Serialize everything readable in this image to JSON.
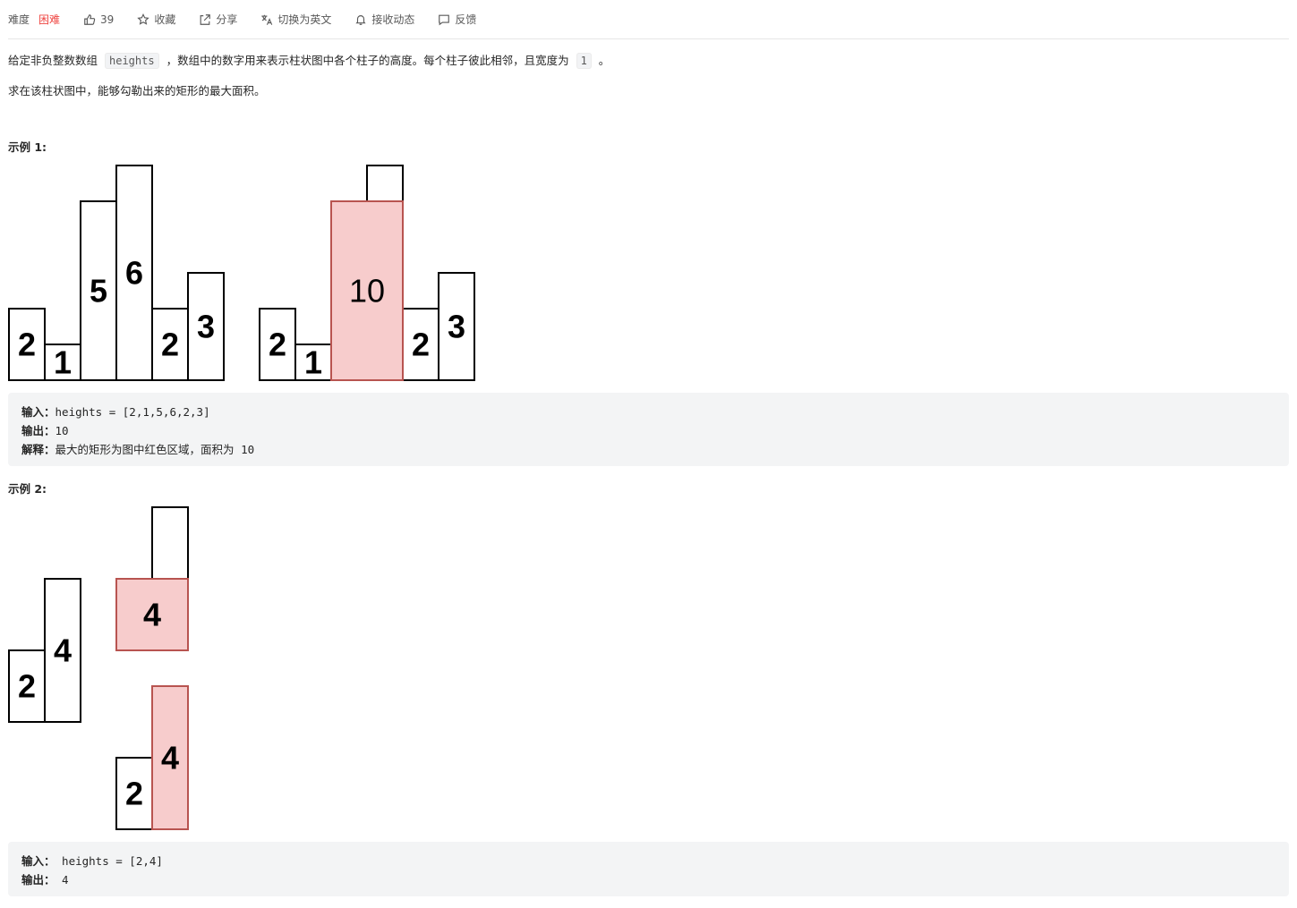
{
  "toolbar": {
    "difficulty_label": "难度",
    "difficulty_value": "困难",
    "likes": "39",
    "favorite": "收藏",
    "share": "分享",
    "switch_lang": "切换为英文",
    "subscribe": "接收动态",
    "feedback": "反馈"
  },
  "description": {
    "p1_part1": "给定非负整数数组",
    "p1_code1": "heights",
    "p1_part2": "，数组中的数字用来表示柱状图中各个柱子的高度。每个柱子彼此相邻，且宽度为",
    "p1_code2": "1",
    "p1_part3": "。",
    "p2": "求在该柱状图中，能够勾勒出来的矩形的最大面积。"
  },
  "example1": {
    "title": "示例 1:",
    "heights": [
      2,
      1,
      5,
      6,
      2,
      3
    ],
    "highlight_area": "10",
    "input_label": "输入：",
    "input_value": "heights = [2,1,5,6,2,3]",
    "output_label": "输出：",
    "output_value": "10",
    "explain_label": "解释：",
    "explain_text": "最大的矩形为图中红色区域，面积为",
    "explain_value": "10"
  },
  "example2": {
    "title": "示例 2:",
    "heights": [
      2,
      4
    ],
    "input_label": "输入：",
    "input_value": " heights = [2,4]",
    "output_label": "输出：",
    "output_value": " 4"
  },
  "colors": {
    "highlight_fill": "#f7cccc",
    "highlight_stroke": "#b85450",
    "difficulty_hard": "#ef4743"
  }
}
